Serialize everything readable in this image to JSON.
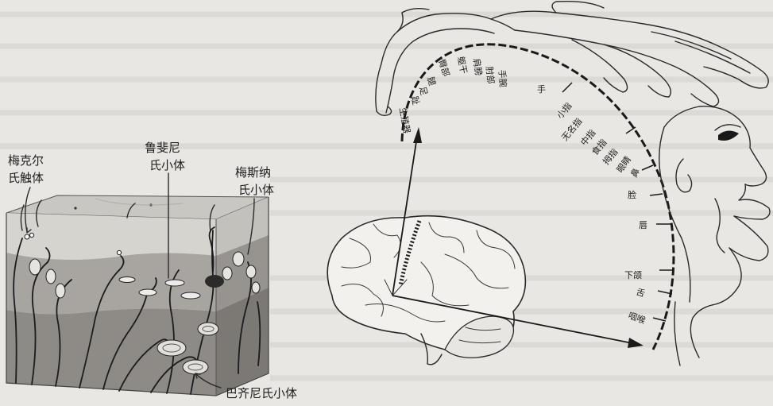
{
  "skin": {
    "merkel": [
      "梅克尔",
      "氏触体"
    ],
    "ruffini": [
      "鲁斐尼",
      "氏小体"
    ],
    "meissner": [
      "梅斯纳",
      "氏小体"
    ],
    "pacini": "巴齐尼氏小体"
  },
  "homunculus": {
    "labels": [
      "生殖器",
      "趾",
      "足",
      "腿",
      "臀部",
      "躯干",
      "肩膀",
      "肘部",
      "手腕",
      "手",
      "小指",
      "无名指",
      "中指",
      "食指",
      "拇指",
      "眼睛",
      "鼻",
      "脸",
      "唇",
      "下颌",
      "舌",
      "咽喉"
    ]
  },
  "colors": {
    "ink": "#2a2a2a",
    "paper": "#e9e7e3",
    "epidermis": "#d6d4cf",
    "dermis": "#a8a5a0",
    "hypodermis": "#8e8b86"
  }
}
